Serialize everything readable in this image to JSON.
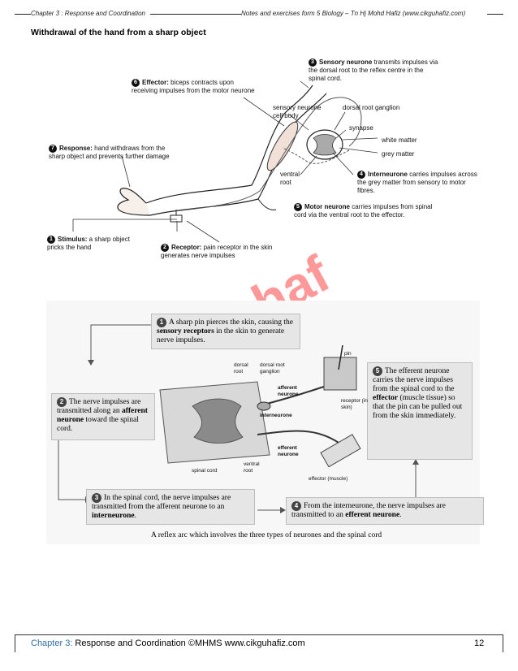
{
  "header": {
    "left": "Chapter 3 : Response and Coordination",
    "right": "Notes and exercises form 5 Biology – Tn Hj Mohd Hafiz (www.cikguhafiz.com)"
  },
  "title": "Withdrawal of the hand from a sharp object",
  "fig1": {
    "labels": {
      "l3_head": "Sensory neurone",
      "l3_rest": " transmits impulses via the dorsal root to the reflex centre in the spinal cord.",
      "l6_head": "Effector:",
      "l6_rest": " biceps contracts upon receiving impulses from the motor neurone",
      "sensory_cell_body": "sensory neurone cell body",
      "dorsal_root_ganglion": "dorsal root ganglion",
      "synapse": "synapse",
      "white_matter": "white matter",
      "grey_matter": "grey matter",
      "l7_head": "Response:",
      "l7_rest": " hand withdraws from the sharp object and prevents further damage",
      "ventral_root": "ventral root",
      "l4_head": "Interneurone",
      "l4_rest": " carries impulses across the grey matter from sensory to motor fibres.",
      "l5_head": "Motor neurone",
      "l5_rest": " carries impulses from spinal cord via the ventral root to the effector.",
      "l1_head": "Stimulus:",
      "l1_rest": " a sharp object pricks the hand",
      "l2_head": "Receptor:",
      "l2_rest": " pain receptor in the skin generates nerve impulses"
    },
    "numbers": [
      "1",
      "2",
      "3",
      "4",
      "5",
      "6",
      "7"
    ]
  },
  "watermark": "haf",
  "fig2": {
    "box1": {
      "n": "1",
      "pre": "A sharp pin pierces the skin, causing the ",
      "bold": "sensory receptors",
      "post": " in the skin to generate nerve impulses."
    },
    "box2": {
      "n": "2",
      "pre": "The nerve impulses are transmitted along an ",
      "bold": "afferent neurone",
      "post": " toward the spinal cord."
    },
    "box3": {
      "n": "3",
      "pre": "In the spinal cord, the nerve impulses are transmitted from the afferent neurone to an ",
      "bold": "interneurone",
      "post": "."
    },
    "box4": {
      "n": "4",
      "pre": "From the interneurone, the nerve impulses are transmitted to an ",
      "bold": "efferent neurone",
      "post": "."
    },
    "box5": {
      "n": "5",
      "pre": "The efferent neurone carries the nerve impulses from the spinal cord to the ",
      "bold": "effector",
      "post": " (muscle tissue) so that the pin can be pulled out from the skin immediately."
    },
    "labels": {
      "pin": "pin",
      "dorsal_root": "dorsal root",
      "dorsal_root_ganglion": "dorsal root ganglion",
      "afferent_neurone": "afferent neurone",
      "receptor": "receptor (in skin)",
      "interneurone": "interneurone",
      "efferent_neurone": "efferent neurone",
      "spinal_cord": "spinal cord",
      "ventral_root": "ventral root",
      "effector": "effector (muscle)"
    },
    "caption": "A reflex arc which involves the three types of neurones and the spinal cord"
  },
  "footer": {
    "chapter": "Chapter 3:",
    "text": " Response and Coordination ©MHMS www.cikguhafiz.com",
    "page": "12"
  }
}
